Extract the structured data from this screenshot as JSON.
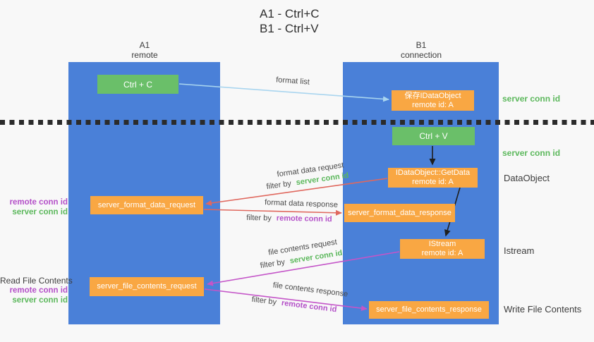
{
  "title": {
    "line1": "A1 - Ctrl+C",
    "line2": "B1 - Ctrl+V"
  },
  "columns": {
    "a1": {
      "name": "A1",
      "subtitle": "remote"
    },
    "b1": {
      "name": "B1",
      "subtitle": "connection"
    }
  },
  "nodes": {
    "ctrl_c": {
      "label": "Ctrl + C"
    },
    "ctrl_v": {
      "label": "Ctrl + V"
    },
    "save_idataobject": {
      "line1": "保存IDataObject",
      "line2": "remote id: A"
    },
    "getdata": {
      "line1": "IDataObject::GetData",
      "line2": "remote id: A"
    },
    "istream": {
      "line1": "IStream",
      "line2": "remote id: A"
    },
    "format_request": {
      "label": "server_format_data_request"
    },
    "format_response": {
      "label": "server_format_data_response"
    },
    "file_request": {
      "label": "server_file_contents_request"
    },
    "file_response": {
      "label": "server_file_contents_response"
    }
  },
  "labels": {
    "format_list": "format list",
    "format_data_request": "format data request",
    "format_data_response": "format data response",
    "file_contents_request": "file contents request",
    "file_contents_response": "file contents response",
    "filter_by": "filter by",
    "server_conn_id": "server conn id",
    "remote_conn_id": "remote conn id"
  },
  "right_labels": {
    "server_conn_id_top": "server conn id",
    "server_conn_id_mid": "server conn id",
    "dataobject": "DataObject",
    "istream": "Istream",
    "write_file_contents": "Write File Contents"
  },
  "left_labels": {
    "remote_conn_id_top": "remote conn id",
    "server_conn_id_top": "server conn id",
    "read_file_contents": "Read File Contents",
    "remote_conn_id_bottom": "remote conn id",
    "server_conn_id_bottom": "server conn id"
  },
  "colors": {
    "column_blue": "#4a80d8",
    "box_green": "#6abf69",
    "box_orange": "#f9a743",
    "arrow_light_blue": "#a9d5ef",
    "arrow_red": "#e0685e",
    "arrow_magenta": "#c455c8",
    "arrow_black": "#1f1f1f",
    "text_green": "#5cb85c",
    "text_purple": "#b450c8"
  }
}
